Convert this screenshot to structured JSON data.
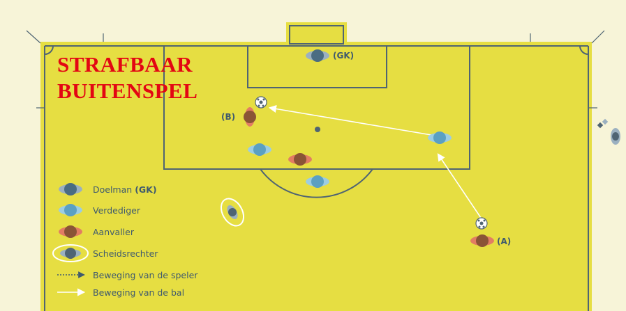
{
  "title": {
    "line1": "STRAFBAAR",
    "line2": "BUITENSPEL"
  },
  "labels": {
    "goalkeeper": "(GK)",
    "player_b": "(B)",
    "player_a": "(A)"
  },
  "legend": {
    "goalkeeper": "Doelman",
    "goalkeeper_tag": "(GK)",
    "defender": "Verdediger",
    "attacker": "Aanvaller",
    "referee": "Scheidsrechter",
    "player_movement": "Beweging van de speler",
    "ball_movement": "Beweging van de bal"
  },
  "colors": {
    "background": "#f7f4d8",
    "pitch": "#e6de42",
    "lines": "#4f6473",
    "title": "#e30613",
    "goalkeeper_body": "#4a6c82",
    "goalkeeper_shoulders": "#9bb0c0",
    "defender_body": "#5ba0c2",
    "defender_shoulders": "#9ccde2",
    "attacker_body": "#8a5436",
    "attacker_shoulders": "#e27d63",
    "referee_body": "#4f6473",
    "ball_movement": "#ffffff"
  }
}
